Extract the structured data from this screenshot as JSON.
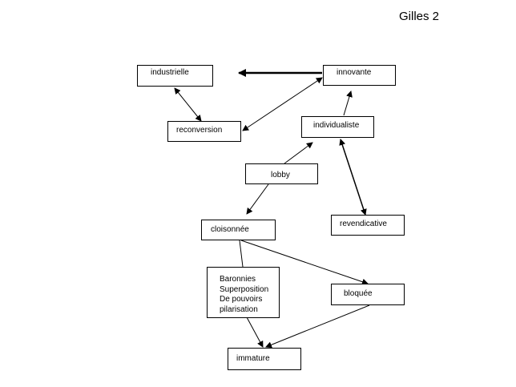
{
  "title": "Gilles 2",
  "nodes": {
    "industrielle": "industrielle",
    "innovante": "innovante",
    "reconversion": "reconversion",
    "individualiste": "individualiste",
    "lobby": "lobby",
    "cloisonnee": "cloisonnée",
    "revendicative": "revendicative",
    "baronnies": [
      "Baronnies",
      "Superposition",
      "De pouvoirs",
      "pilarisation"
    ],
    "bloquee": "bloquée",
    "immature": "immature"
  }
}
